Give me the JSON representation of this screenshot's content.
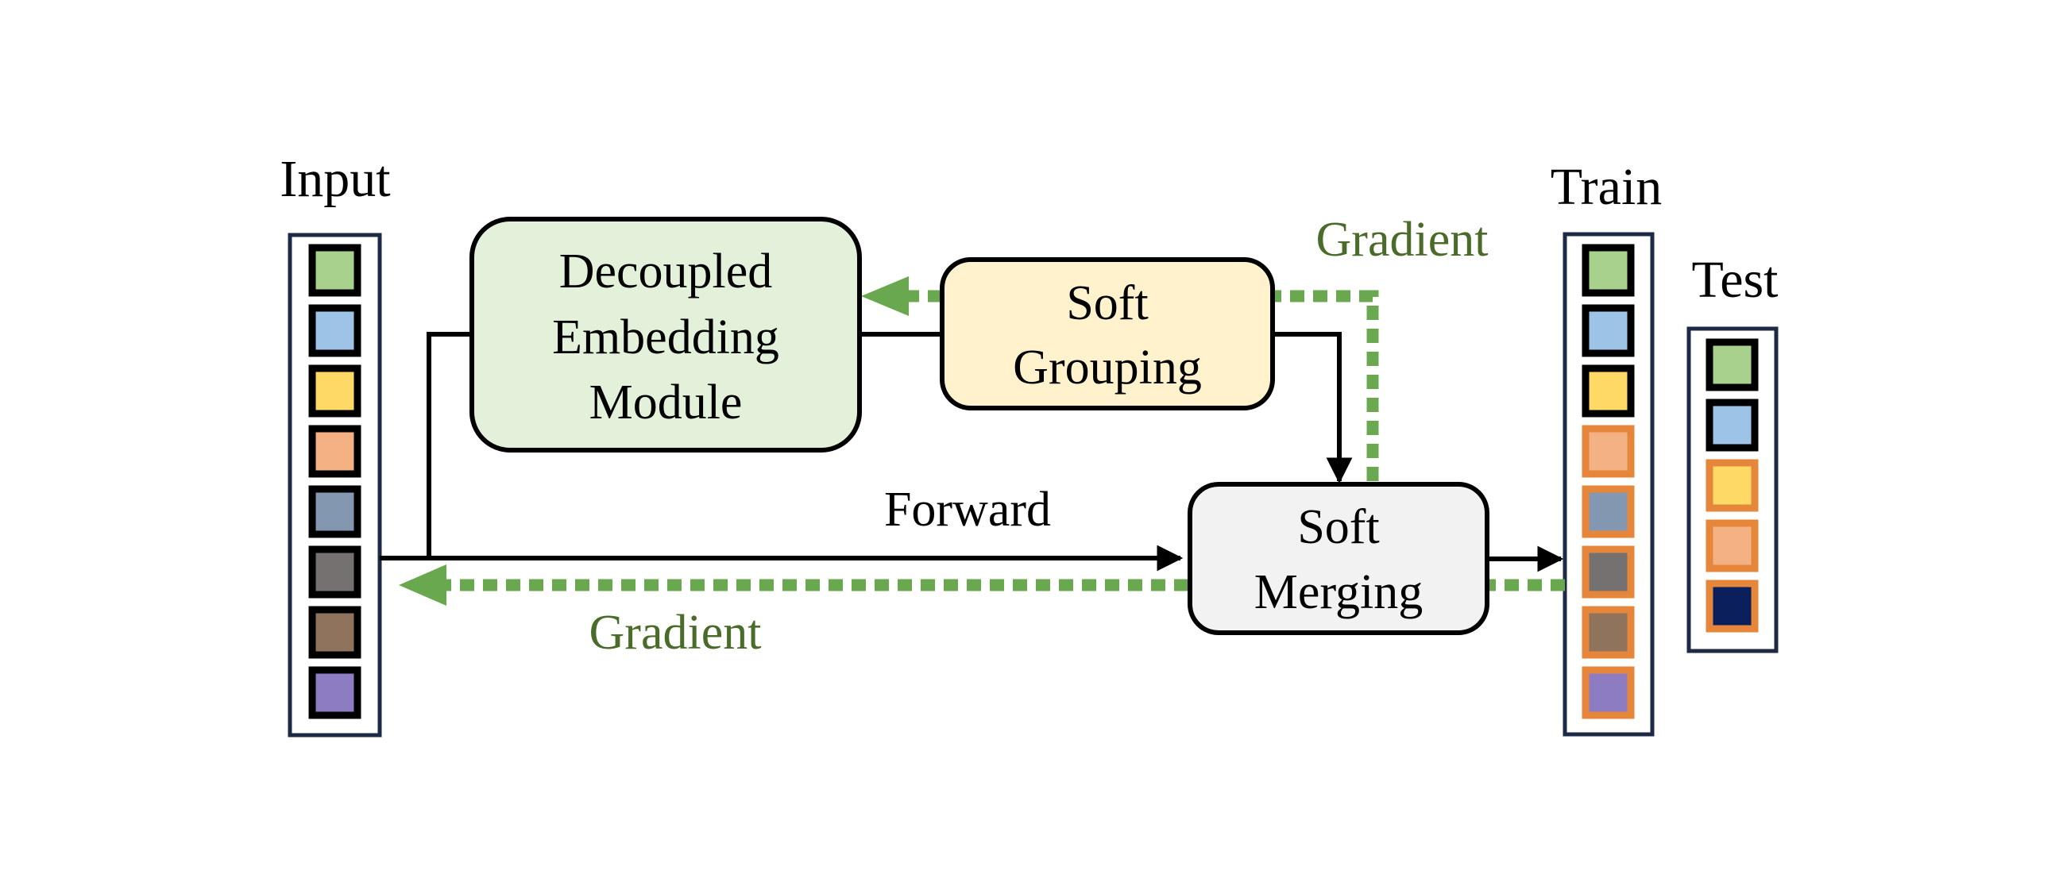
{
  "labels": {
    "input": "Input",
    "train": "Train",
    "test": "Test",
    "forward": "Forward",
    "gradient_top": "Gradient",
    "gradient_bottom": "Gradient"
  },
  "boxes": {
    "decoupled": [
      "Decoupled",
      "Embedding",
      "Module"
    ],
    "soft_grouping": [
      "Soft",
      "Grouping"
    ],
    "soft_merging": [
      "Soft",
      "Merging"
    ]
  },
  "colors": {
    "stroke": "#000000",
    "frame": "#1c2a45",
    "gradient": "#6aa84f",
    "gradient_text": "#4a6b2a",
    "decoupled_fill": "#e3f0da",
    "grouping_fill": "#fff2cc",
    "merging_fill": "#f2f2f2",
    "orange_border": "#e6863b"
  },
  "tokens": {
    "input": [
      {
        "color": "#a9d18e",
        "border": "black"
      },
      {
        "color": "#9dc3e6",
        "border": "black"
      },
      {
        "color": "#ffd966",
        "border": "black"
      },
      {
        "color": "#f4b183",
        "border": "black"
      },
      {
        "color": "#8497b0",
        "border": "black"
      },
      {
        "color": "#767171",
        "border": "black"
      },
      {
        "color": "#8f735c",
        "border": "black"
      },
      {
        "color": "#8e7cc3",
        "border": "black"
      }
    ],
    "train": [
      {
        "color": "#a9d18e",
        "border": "black"
      },
      {
        "color": "#9dc3e6",
        "border": "black"
      },
      {
        "color": "#ffd966",
        "border": "black"
      },
      {
        "color": "#f4b183",
        "border": "orange"
      },
      {
        "color": "#8497b0",
        "border": "orange"
      },
      {
        "color": "#767171",
        "border": "orange"
      },
      {
        "color": "#8f735c",
        "border": "orange"
      },
      {
        "color": "#8e7cc3",
        "border": "orange"
      }
    ],
    "test": [
      {
        "color": "#a9d18e",
        "border": "black"
      },
      {
        "color": "#9dc3e6",
        "border": "black"
      },
      {
        "color": "#ffd966",
        "border": "orange"
      },
      {
        "color": "#f4b183",
        "border": "orange"
      },
      {
        "color": "#0b1f5c",
        "border": "orange"
      }
    ]
  }
}
